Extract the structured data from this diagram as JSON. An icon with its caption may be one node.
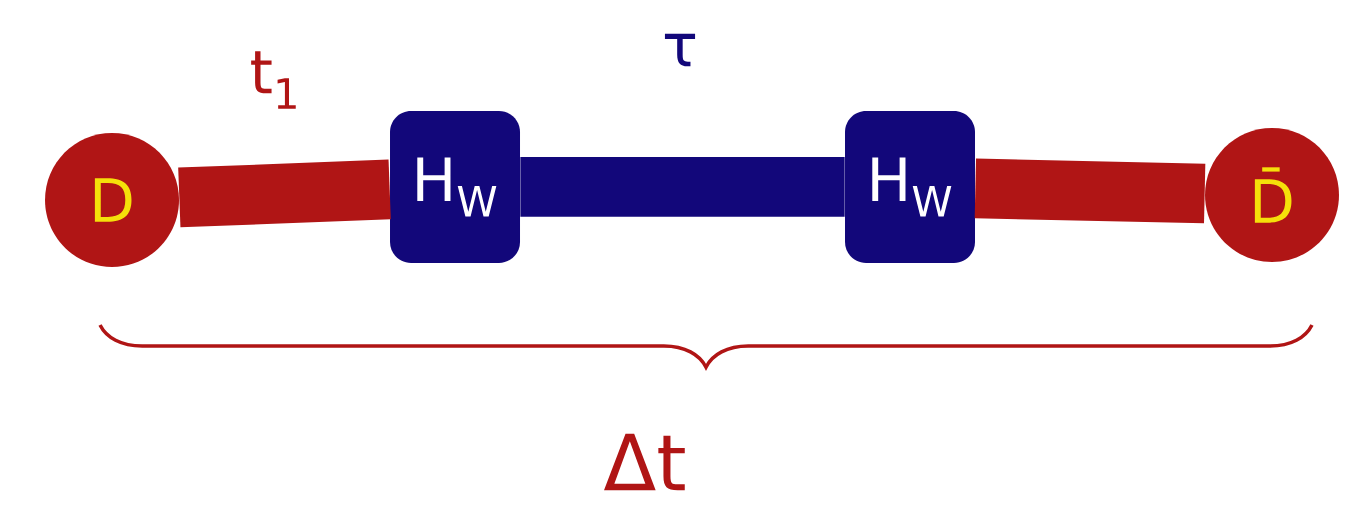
{
  "diagram": {
    "nodes": [
      {
        "text": [
          "D"
        ]
      },
      {
        "text": [
          "H$_{W}$"
        ]
      },
      {
        "text": [
          "H$_{W}$"
        ]
      },
      {
        "text": [
          "D̄"
        ]
      }
    ],
    "edges": [
      {
        "from": 0,
        "to": 1,
        "arrow": "none",
        "label": "t$_{1}$"
      },
      {
        "from": 1,
        "to": 2,
        "arrow": "none",
        "label": "τ",
        "color": "#12077a"
      },
      {
        "from": 2,
        "to": 3,
        "arrow": "none"
      }
    ],
    "labels": [
      "Δt"
    ]
  }
}
